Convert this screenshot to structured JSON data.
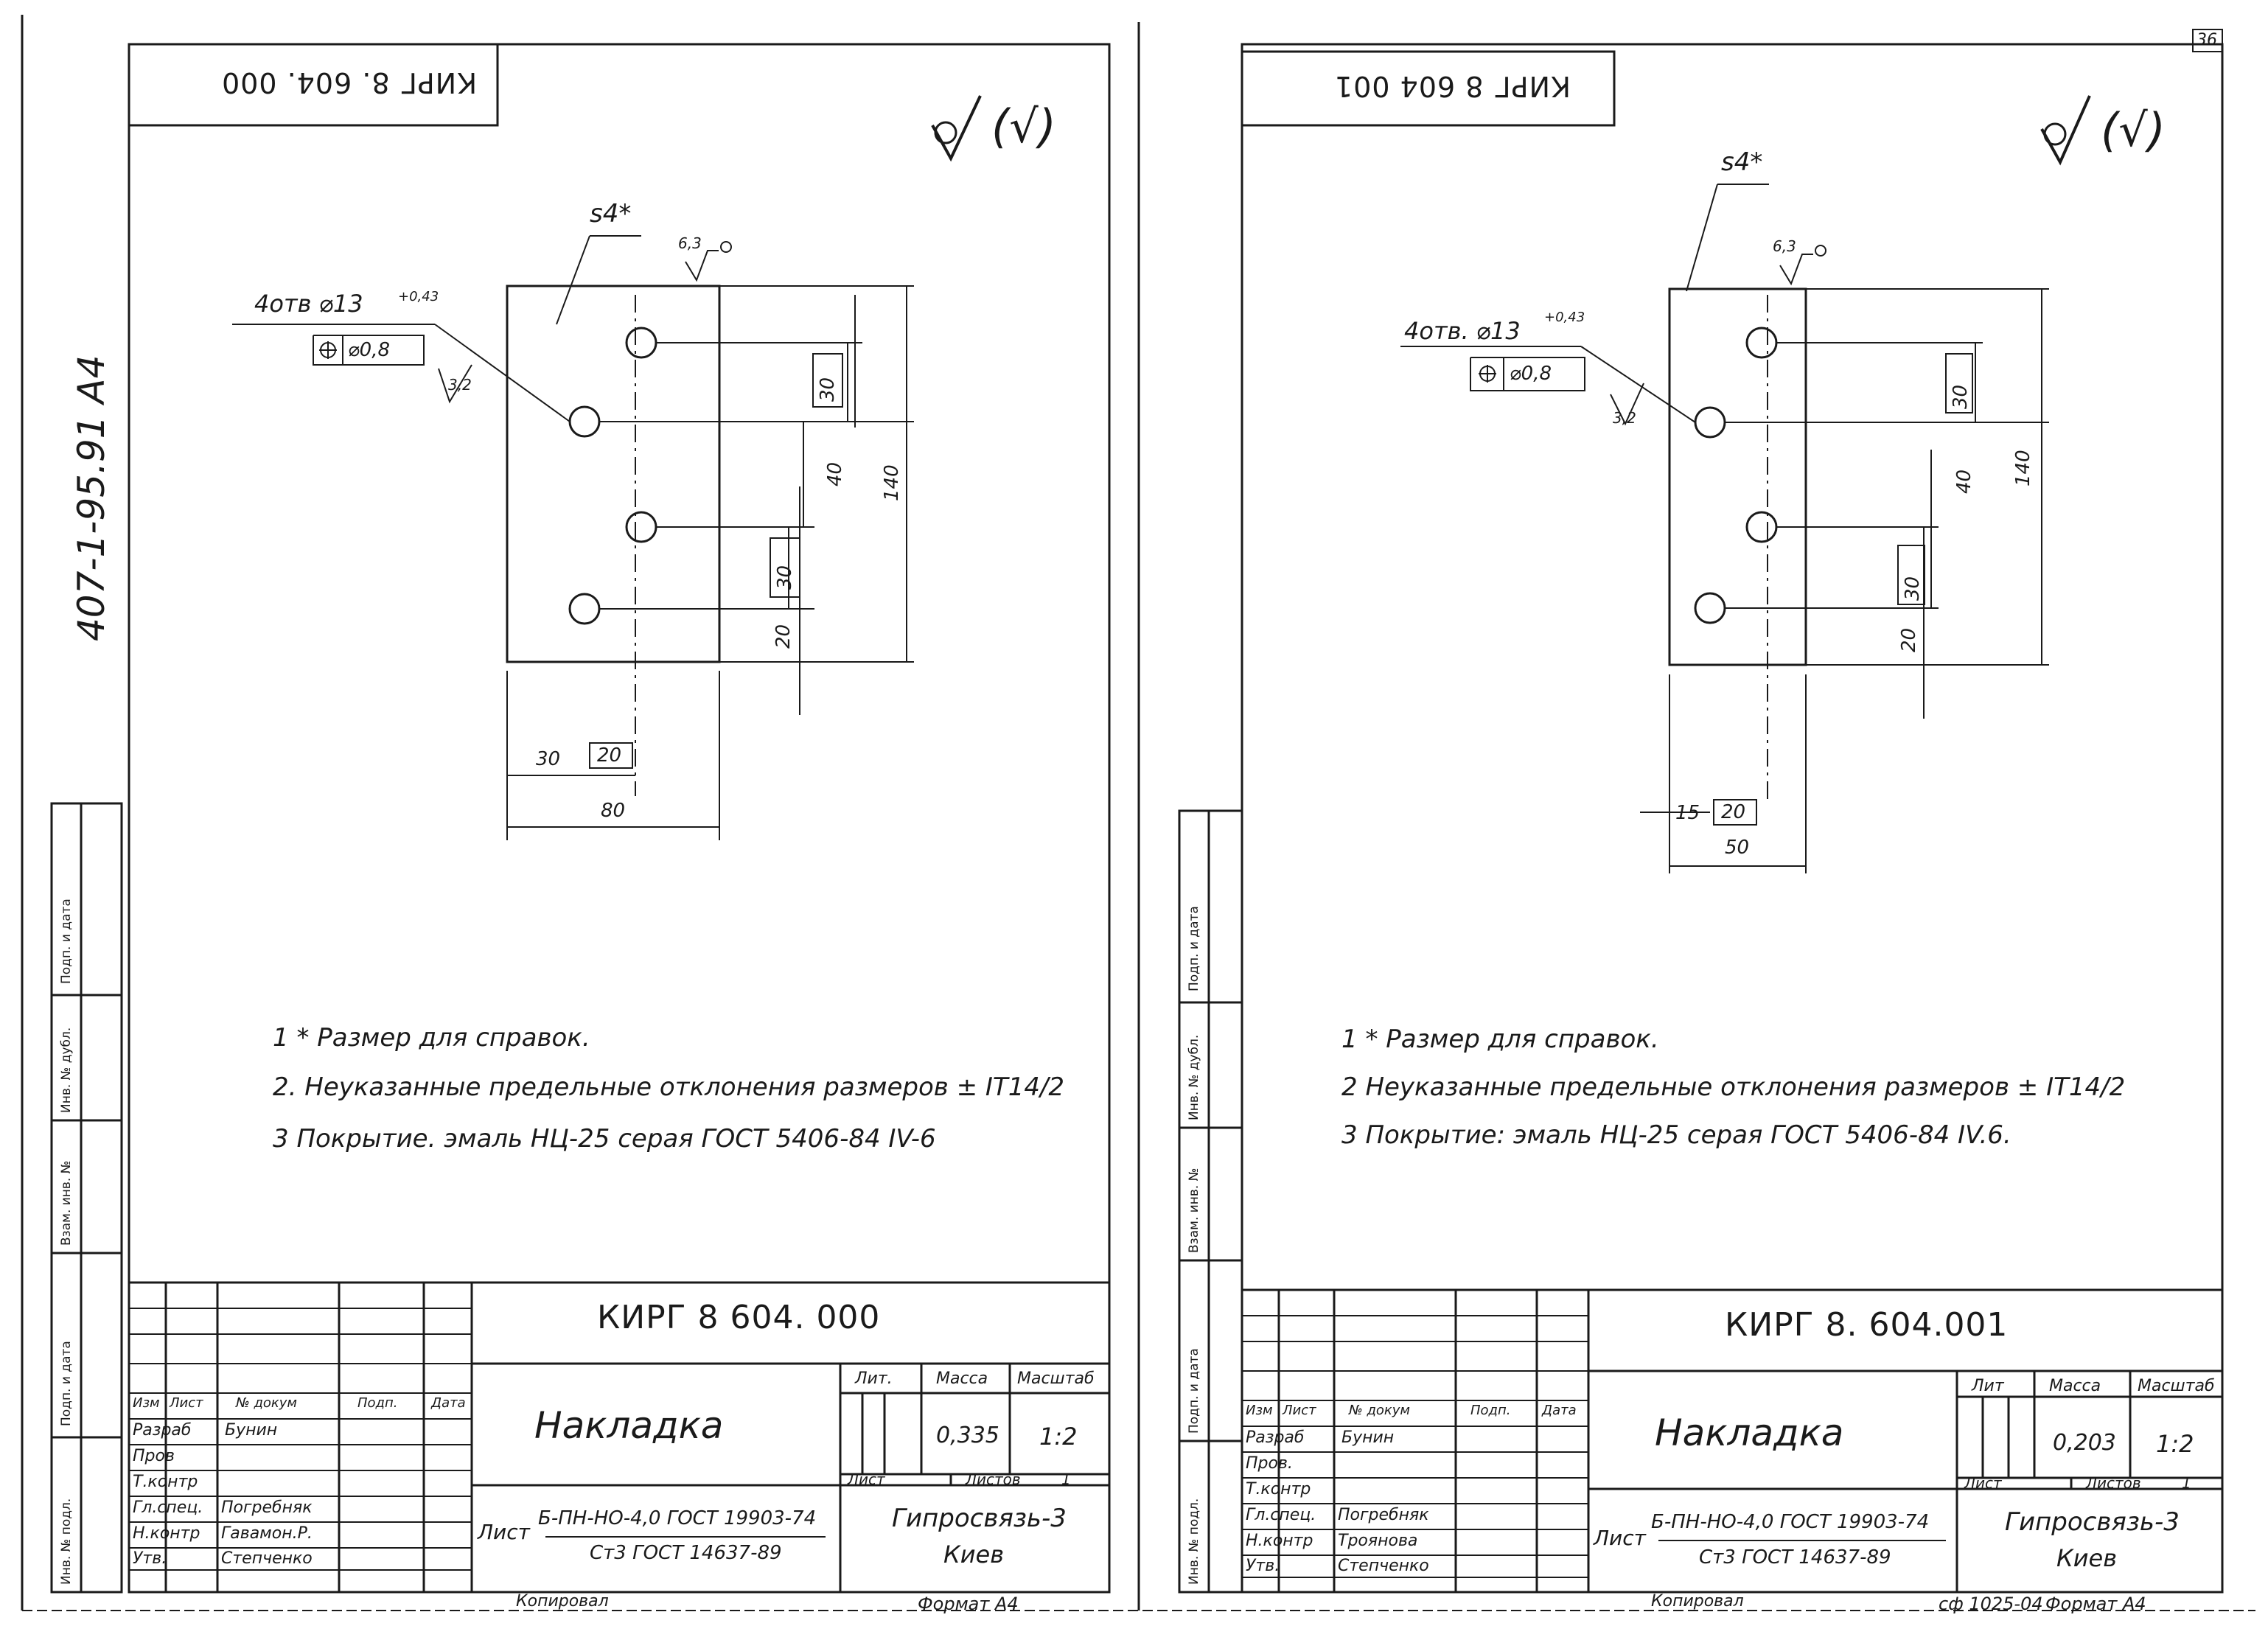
{
  "left_sheet": {
    "code_top_flipped": "КИРГ 8. 604. 000",
    "album_code": "407-1-95.91  А4",
    "roughness_symbol": "(√)",
    "weld_label": "s4*",
    "roughness_63": "6,3",
    "roughness_32": "3,2",
    "holes_label": "4отв  ⌀13",
    "holes_tol": "+0,43",
    "position_tol": "⌀0,8",
    "dims": {
      "d30_top": "30",
      "d40": "40",
      "d140": "140",
      "d30_mid": "30",
      "d20_v": "20",
      "d30_h": "30",
      "d20_h": "20",
      "d80": "80"
    },
    "notes": [
      "1 * Размер для справок.",
      "2. Неуказанные предельные отклонения размеров ± IT14/2",
      "3  Покрытие. эмаль НЦ-25 серая ГОСТ 5406-84  IV-6"
    ],
    "title_block": {
      "code": "КИРГ 8  604. 000",
      "name": "Накладка",
      "header_cols": [
        "Изм",
        "Лист",
        "№ докум",
        "Подп.",
        "Дата"
      ],
      "roles": [
        "Разраб",
        "Пров",
        "Т.контр",
        "Гл.спец.",
        "Н.контр",
        "Утв."
      ],
      "persons": [
        "Бунин",
        "",
        "",
        "Погребняк",
        "Гавамон.Р.",
        "Степченко"
      ],
      "lit_label": "Лит.",
      "mass_label": "Масса",
      "scale_label": "Масштаб",
      "mass": "0,335",
      "scale": "1:2",
      "sheet_label": "Лист",
      "sheets_label": "Листов",
      "sheets": "1",
      "material_prefix": "Лист",
      "material_line1": "Б-ПН-НО-4,0 ГОСТ 19903-74",
      "material_line2": "Ст3 ГОСТ 14637-89",
      "org": "Гипросвязь-3",
      "city": "Киев",
      "copied": "Копировал",
      "format": "Формат А4"
    },
    "side_stamp": [
      "Инв. № подл.",
      "Подп. и дата",
      "Взам. инв. №",
      "Инв. № дубл.",
      "Подп. и дата"
    ]
  },
  "right_sheet": {
    "page_number": "36",
    "code_top_flipped": "КИРГ 8 604 001",
    "roughness_symbol": "(√)",
    "weld_label": "s4*",
    "roughness_63": "6,3",
    "roughness_32": "3,2",
    "holes_label": "4отв. ⌀13",
    "holes_tol": "+0,43",
    "position_tol": "⌀0,8",
    "dims": {
      "d30_top": "30",
      "d40": "40",
      "d140": "140",
      "d30_mid": "30",
      "d20_v": "20",
      "d15_h": "15",
      "d20_h": "20",
      "d50": "50"
    },
    "notes": [
      "1 * Размер для справок.",
      "2  Неуказанные предельные отклонения размеров ± IT14/2",
      "3  Покрытие: эмаль НЦ-25 серая ГОСТ 5406-84  IV.6."
    ],
    "title_block": {
      "code": "КИРГ 8. 604.001",
      "name": "Накладка",
      "header_cols": [
        "Изм",
        "Лист",
        "№ докум",
        "Подп.",
        "Дата"
      ],
      "roles": [
        "Разраб",
        "Пров.",
        "Т.контр",
        "Гл.спец.",
        "Н.контр",
        "Утв."
      ],
      "persons": [
        "Бунин",
        "",
        "",
        "Погребняк",
        "Троянова",
        "Степченко"
      ],
      "lit_label": "Лит",
      "mass_label": "Масса",
      "scale_label": "Масштаб",
      "mass": "0,203",
      "scale": "1:2",
      "sheet_label": "Лист",
      "sheets_label": "Листов",
      "sheets": "1",
      "material_prefix": "Лист",
      "material_line1": "Б-ПН-НО-4,0 ГОСТ 19903-74",
      "material_line2": "Ст3 ГОСТ 14637-89",
      "org": "Гипросвязь-3",
      "city": "Киев",
      "copied": "Копировал",
      "format": "Формат А4",
      "format_prefix": "сф 1025-04"
    },
    "side_stamp": [
      "Инв. № подл.",
      "Подп. и дата",
      "Взам. инв. №",
      "Инв. № дубл.",
      "Подп. и дата"
    ]
  }
}
